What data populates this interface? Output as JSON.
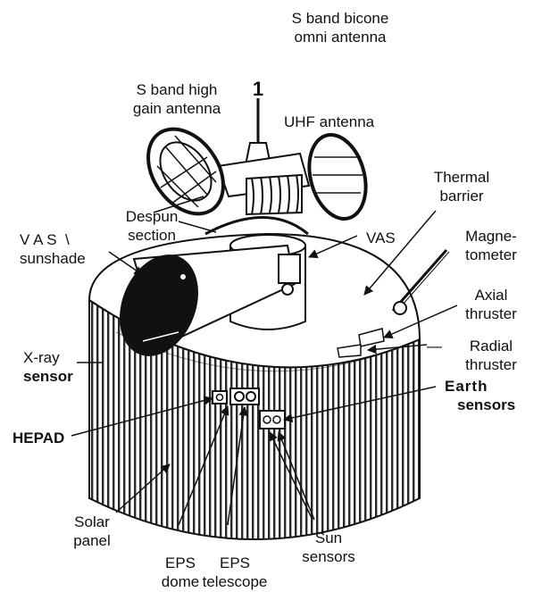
{
  "labels": {
    "s_band_bicone": "S band bicone\nomni antenna",
    "s_band_high_gain": "S band high\ngain antenna",
    "uhf_antenna": "UHF antenna",
    "thermal_barrier": "Thermal\nbarrier",
    "despun_section": "Despun\nsection",
    "vas_sunshade": "V A S  \\\nsunshade",
    "vas": "VAS",
    "magnetometer": "Magne-\ntometer",
    "axial_thruster": "Axial\nthruster",
    "radial_thruster": "Radial\nthruster",
    "xray": "X-ray",
    "xray_sensor": "sensor",
    "earth": "Earth",
    "earth_sensors": "sensors",
    "hepad": "HEPAD",
    "solar_panel": "Solar\npanel",
    "eps_dome": "EPS\ndome",
    "eps_telescope": "EPS\ntelescope",
    "sun_sensors": "Sun\nsensors",
    "antenna_number": "1"
  },
  "colors": {
    "ink": "#111111",
    "paper": "#ffffff",
    "hatch": "#2a2a2a"
  }
}
